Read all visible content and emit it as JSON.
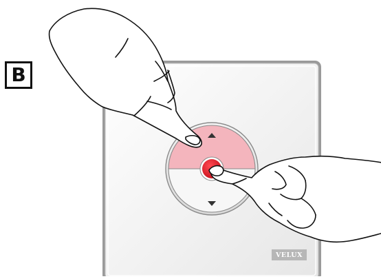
{
  "figure": {
    "step_label": "B",
    "brand": "VELUX"
  },
  "elements": {
    "up_arrow_icon": "triangle-up",
    "down_arrow_icon": "triangle-down",
    "stop_button_icon": "circle"
  },
  "colors": {
    "pressed_highlight": "#f4b5bd",
    "stop_button": "#e01d2b",
    "panel_border": "#8c8c8c",
    "panel_fill": "#f2f2f2",
    "badge": "#b7b7b7"
  }
}
